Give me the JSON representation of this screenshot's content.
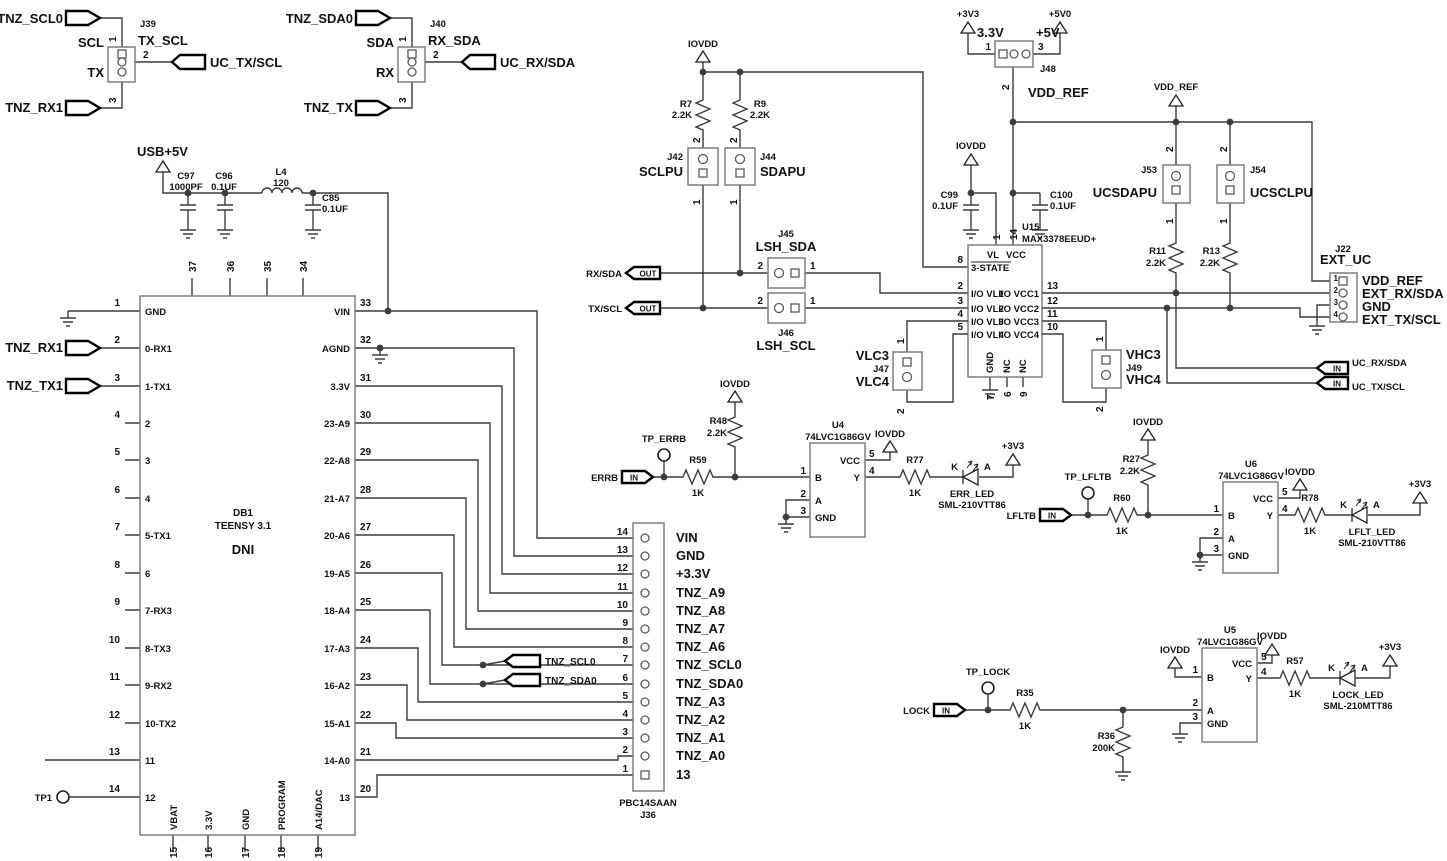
{
  "colors": {
    "wire": "#3c3c3c",
    "box_outline": "#7d7d7d",
    "flag_outline": "#000000",
    "text": "#111111",
    "bg": "#ffffff"
  },
  "j39": {
    "ref": "J39",
    "title": "TX_SCL",
    "top_label": "SCL",
    "bot_label": "TX",
    "p1": "1",
    "p2": "2",
    "p3": "3",
    "net_top": "TNZ_SCL0",
    "net_bot": "TNZ_RX1",
    "net_out": "UC_TX/SCL"
  },
  "j40": {
    "ref": "J40",
    "title": "RX_SDA",
    "top_label": "SDA",
    "bot_label": "RX",
    "p1": "1",
    "p2": "2",
    "p3": "3",
    "net_top": "TNZ_SDA0",
    "net_bot": "TNZ_TX",
    "net_out": "UC_RX/SDA"
  },
  "usb": {
    "net": "USB+5V",
    "c97": "C97",
    "c97v": "1000PF",
    "c96": "C96",
    "c96v": "0.1UF",
    "l4": "L4",
    "l4v": "120",
    "c85": "C85",
    "c85v": "0.1UF"
  },
  "teensy": {
    "ref": "DB1",
    "name": "TEENSY 3.1",
    "dni": "DNI",
    "tp1": "TP1",
    "flag_rx": "TNZ_RX1",
    "flag_tx": "TNZ_TX1",
    "top": [
      "37",
      "36",
      "35",
      "34"
    ],
    "bottom": [
      [
        "15",
        "VBAT"
      ],
      [
        "16",
        "3.3V"
      ],
      [
        "17",
        "GND"
      ],
      [
        "18",
        "PROGRAM"
      ],
      [
        "19",
        "A14/DAC"
      ]
    ],
    "left": [
      [
        "1",
        "GND"
      ],
      [
        "2",
        "0-RX1"
      ],
      [
        "3",
        "1-TX1"
      ],
      [
        "4",
        "2"
      ],
      [
        "5",
        "3"
      ],
      [
        "6",
        "4"
      ],
      [
        "7",
        "5-TX1"
      ],
      [
        "8",
        "6"
      ],
      [
        "9",
        "7-RX3"
      ],
      [
        "10",
        "8-TX3"
      ],
      [
        "11",
        "9-RX2"
      ],
      [
        "12",
        "10-TX2"
      ],
      [
        "13",
        "11"
      ],
      [
        "14",
        "12"
      ]
    ],
    "right": [
      [
        "33",
        "VIN"
      ],
      [
        "32",
        "AGND"
      ],
      [
        "31",
        "3.3V"
      ],
      [
        "30",
        "23-A9"
      ],
      [
        "29",
        "22-A8"
      ],
      [
        "28",
        "21-A7"
      ],
      [
        "27",
        "20-A6"
      ],
      [
        "26",
        "19-A5"
      ],
      [
        "25",
        "18-A4"
      ],
      [
        "24",
        "17-A3"
      ],
      [
        "23",
        "16-A2"
      ],
      [
        "22",
        "15-A1"
      ],
      [
        "21",
        "14-A0"
      ],
      [
        "20",
        "13"
      ]
    ]
  },
  "j36": {
    "ref": "J36",
    "part": "PBC14SAAN",
    "flag_scl": "TNZ_SCL0",
    "flag_sda": "TNZ_SDA0",
    "pins": [
      [
        "14",
        "VIN"
      ],
      [
        "13",
        "GND"
      ],
      [
        "12",
        "+3.3V"
      ],
      [
        "11",
        "TNZ_A9"
      ],
      [
        "10",
        "TNZ_A8"
      ],
      [
        "9",
        "TNZ_A7"
      ],
      [
        "8",
        "TNZ_A6"
      ],
      [
        "7",
        "TNZ_SCL0"
      ],
      [
        "6",
        "TNZ_SDA0"
      ],
      [
        "5",
        "TNZ_A3"
      ],
      [
        "4",
        "TNZ_A2"
      ],
      [
        "3",
        "TNZ_A1"
      ],
      [
        "2",
        "TNZ_A0"
      ],
      [
        "1",
        "13"
      ]
    ]
  },
  "pullups": {
    "pwr": "IOVDD",
    "r7": "R7",
    "r7v": "2.2K",
    "r9": "R9",
    "r9v": "2.2K",
    "j42": "J42",
    "j42n": "SCLPU",
    "j44": "J44",
    "j44n": "SDAPU",
    "p1": "1",
    "p2": "2"
  },
  "lsh": {
    "rx_net": "RX/SDA",
    "tx_net": "TX/SCL",
    "out": "OUT",
    "j45": "J45",
    "j45n": "LSH_SDA",
    "j46": "J46",
    "j46n": "LSH_SCL",
    "p1": "1",
    "p2": "2"
  },
  "u15": {
    "ref": "U15",
    "part": "MAX3378EEUD+",
    "pwr": "IOVDD",
    "c99": "C99",
    "c99v": "0.1UF",
    "c100": "C100",
    "c100v": "0.1UF",
    "vl": "VL",
    "vcc": "VCC",
    "p1": "1",
    "p14": "14",
    "p8": "8",
    "tristate": "3-STATE",
    "left": [
      [
        "2",
        "I/O VL1"
      ],
      [
        "3",
        "I/O VL2"
      ],
      [
        "4",
        "I/O VL3"
      ],
      [
        "5",
        "I/O VL4"
      ]
    ],
    "right": [
      [
        "13",
        "I/O VCC1"
      ],
      [
        "12",
        "I/O VCC2"
      ],
      [
        "11",
        "I/O VCC3"
      ],
      [
        "10",
        "I/O VCC4"
      ]
    ],
    "bottom": [
      [
        "7",
        "GND"
      ],
      [
        "6",
        "NC"
      ],
      [
        "9",
        "NC"
      ]
    ]
  },
  "j47": {
    "ref": "J47",
    "top": "VLC3",
    "bot": "VLC4",
    "p1": "1",
    "p2": "2"
  },
  "j49": {
    "ref": "J49",
    "top": "VHC3",
    "bot": "VHC4",
    "p1": "1",
    "p2": "2"
  },
  "j48": {
    "ref": "J48",
    "pwr1": "+3V3",
    "lbl1": "3.3V",
    "pwr3": "+5V0",
    "lbl3": "+5V",
    "p1": "1",
    "p2": "2",
    "p3": "3",
    "net": "VDD_REF"
  },
  "ext": {
    "pwr": "VDD_REF",
    "j53": "J53",
    "j53n": "UCSDAPU",
    "j54": "J54",
    "j54n": "UCSCLPU",
    "r11": "R11",
    "r11v": "2.2K",
    "r13": "R13",
    "r13v": "2.2K",
    "p1": "1",
    "p2": "2",
    "j22": "J22",
    "j22n": "EXT_UC",
    "in": "IN",
    "uc_rx": "UC_RX/SDA",
    "uc_tx": "UC_TX/SCL",
    "pins": [
      [
        "1",
        "VDD_REF"
      ],
      [
        "2",
        "EXT_RX/SDA"
      ],
      [
        "3",
        "GND"
      ],
      [
        "4",
        "EXT_TX/SCL"
      ]
    ]
  },
  "u4": {
    "net": "ERRB",
    "in": "IN",
    "tp": "TP_ERRB",
    "r59": "R59",
    "r59v": "1K",
    "r48": "R48",
    "r48v": "2.2K",
    "pwr1": "IOVDD",
    "pwr2": "IOVDD",
    "ref": "U4",
    "part": "74LVC1G86GV",
    "p1": "1",
    "b": "B",
    "p2": "2",
    "a": "A",
    "p3": "3",
    "gnd": "GND",
    "vcc": "VCC",
    "p5": "5",
    "y": "Y",
    "p4": "4",
    "r77": "R77",
    "r77v": "1K",
    "k": "K",
    "anode": "A",
    "led": "ERR_LED",
    "ledp": "SML-210VTT86",
    "v3": "+3V3"
  },
  "u6": {
    "net": "LFLTB",
    "in": "IN",
    "tp": "TP_LFLTB",
    "r60": "R60",
    "r60v": "1K",
    "r27": "R27",
    "r27v": "2.2K",
    "pwr1": "IOVDD",
    "pwr2": "IOVDD",
    "ref": "U6",
    "part": "74LVC1G86GV",
    "p1": "1",
    "b": "B",
    "p2": "2",
    "a": "A",
    "p3": "3",
    "gnd": "GND",
    "vcc": "VCC",
    "p5": "5",
    "y": "Y",
    "p4": "4",
    "r78": "R78",
    "r78v": "1K",
    "k": "K",
    "anode": "A",
    "led": "LFLT_LED",
    "ledp": "SML-210VTT86",
    "v3": "+3V3"
  },
  "u5": {
    "net": "LOCK",
    "in": "IN",
    "tp": "TP_LOCK",
    "r35": "R35",
    "r35v": "1K",
    "r36": "R36",
    "r36v": "200K",
    "pwr1": "IOVDD",
    "pwr2": "IOVDD",
    "ref": "U5",
    "part": "74LVC1G86GV",
    "p1": "1",
    "b": "B",
    "p2": "2",
    "a": "A",
    "p3": "3",
    "gnd": "GND",
    "vcc": "VCC",
    "p5": "5",
    "y": "Y",
    "p4": "4",
    "r57": "R57",
    "r57v": "1K",
    "k": "K",
    "anode": "A",
    "led": "LOCK_LED",
    "ledp": "SML-210MTT86",
    "v3": "+3V3"
  }
}
